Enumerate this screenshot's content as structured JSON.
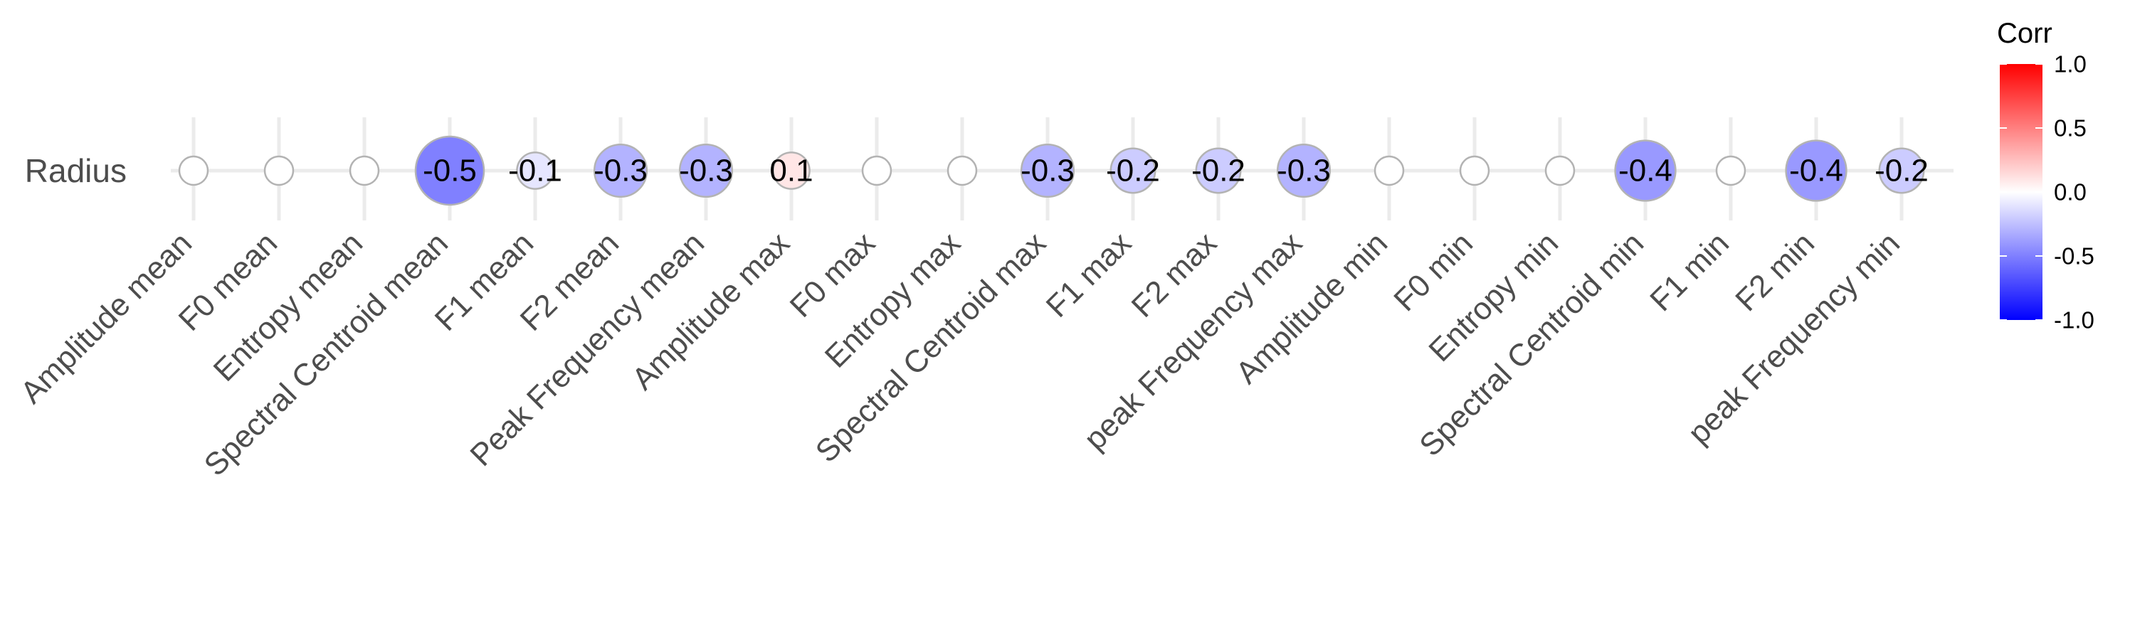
{
  "chart_data": {
    "type": "heatmap",
    "style": "circle correlation matrix",
    "rows": [
      "Radius"
    ],
    "columns": [
      "Amplitude mean",
      "F0 mean",
      "Entropy mean",
      "Spectral Centroid mean",
      "F1 mean",
      "F2 mean",
      "Peak Frequency mean",
      "Amplitude max",
      "F0 max",
      "Entropy max",
      "Spectral Centroid max",
      "F1 max",
      "F2 max",
      "peak Frequency max",
      "Amplitude min",
      "F0 min",
      "Entropy min",
      "Spectral Centroid min",
      "F1 min",
      "F2 min",
      "peak Frequency min"
    ],
    "values": [
      [
        0.0,
        0.0,
        0.0,
        -0.5,
        -0.1,
        -0.3,
        -0.3,
        0.1,
        0.0,
        0.0,
        -0.3,
        -0.2,
        -0.2,
        -0.3,
        0.0,
        0.0,
        0.0,
        -0.4,
        0.0,
        -0.4,
        -0.2
      ]
    ],
    "labels": [
      [
        "",
        "",
        "",
        "-0.5",
        "-0.1",
        "-0.3",
        "-0.3",
        "0.1",
        "",
        "",
        "-0.3",
        "-0.2",
        "-0.2",
        "-0.3",
        "",
        "",
        "",
        "-0.4",
        "",
        "-0.4",
        "-0.2"
      ]
    ],
    "legend": {
      "title": "Corr",
      "ticks": [
        "1.0",
        "0.5",
        "0.0",
        "-0.5",
        "-1.0"
      ],
      "range": [
        -1.0,
        1.0
      ],
      "colors": {
        "low": "#0000ff",
        "mid": "#ffffff",
        "high": "#ff0000"
      },
      "position": "right"
    },
    "grid": true
  }
}
